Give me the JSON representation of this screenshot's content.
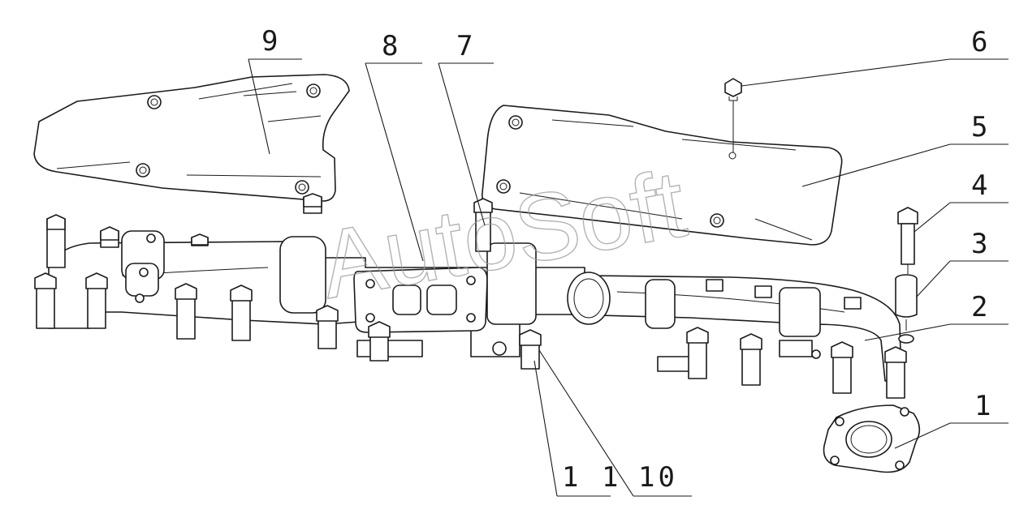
{
  "watermark": "AutoSoft",
  "callouts": [
    {
      "id": "1",
      "label": "1"
    },
    {
      "id": "2",
      "label": "2"
    },
    {
      "id": "3",
      "label": "3"
    },
    {
      "id": "4",
      "label": "4"
    },
    {
      "id": "5",
      "label": "5"
    },
    {
      "id": "6",
      "label": "6"
    },
    {
      "id": "7",
      "label": "7"
    },
    {
      "id": "8",
      "label": "8"
    },
    {
      "id": "9",
      "label": "9"
    },
    {
      "id": "10",
      "label": "10"
    },
    {
      "id": "11",
      "label": "1 1"
    }
  ]
}
